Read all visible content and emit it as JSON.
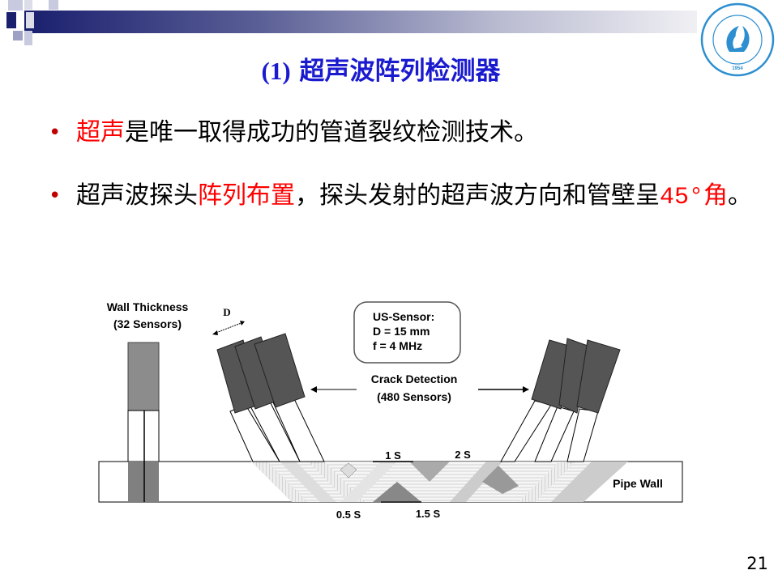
{
  "slide": {
    "title_number": "(1)",
    "title_text": "超声波阵列检测器",
    "bullets": [
      {
        "parts": [
          {
            "text": "超声",
            "color": "#ff0000"
          },
          {
            "text": "是唯一取得成功的管道裂纹检测技术。",
            "color": "#000000"
          }
        ]
      },
      {
        "parts": [
          {
            "text": "超声波探头",
            "color": "#000000"
          },
          {
            "text": "阵列布置",
            "color": "#ff0000"
          },
          {
            "text": "，探头发射的超声波方向和管壁呈",
            "color": "#000000"
          },
          {
            "text": "45°",
            "color": "#ff0000"
          },
          {
            "text": "角",
            "color": "#ff0000"
          },
          {
            "text": "。",
            "color": "#000000"
          }
        ]
      }
    ],
    "page_number": "21",
    "logo": {
      "year": "1954"
    }
  },
  "diagram": {
    "wall_thickness_label": "Wall Thickness",
    "wall_thickness_sensors": "(32 Sensors)",
    "d_label": "D",
    "sensor_box": {
      "line1": "US-Sensor:",
      "line2": "D = 15 mm",
      "line3": "f = 4 MHz"
    },
    "crack_label": "Crack Detection",
    "crack_sensors": "(480 Sensors)",
    "pipe_wall_label": "Pipe Wall",
    "skip_labels": {
      "s1": "1 S",
      "s2": "2 S",
      "s05": "0.5 S",
      "s15": "1.5 S"
    }
  },
  "colors": {
    "title": "#1a1acf",
    "accent_red": "#ff0000",
    "bullet": "#c00000"
  }
}
